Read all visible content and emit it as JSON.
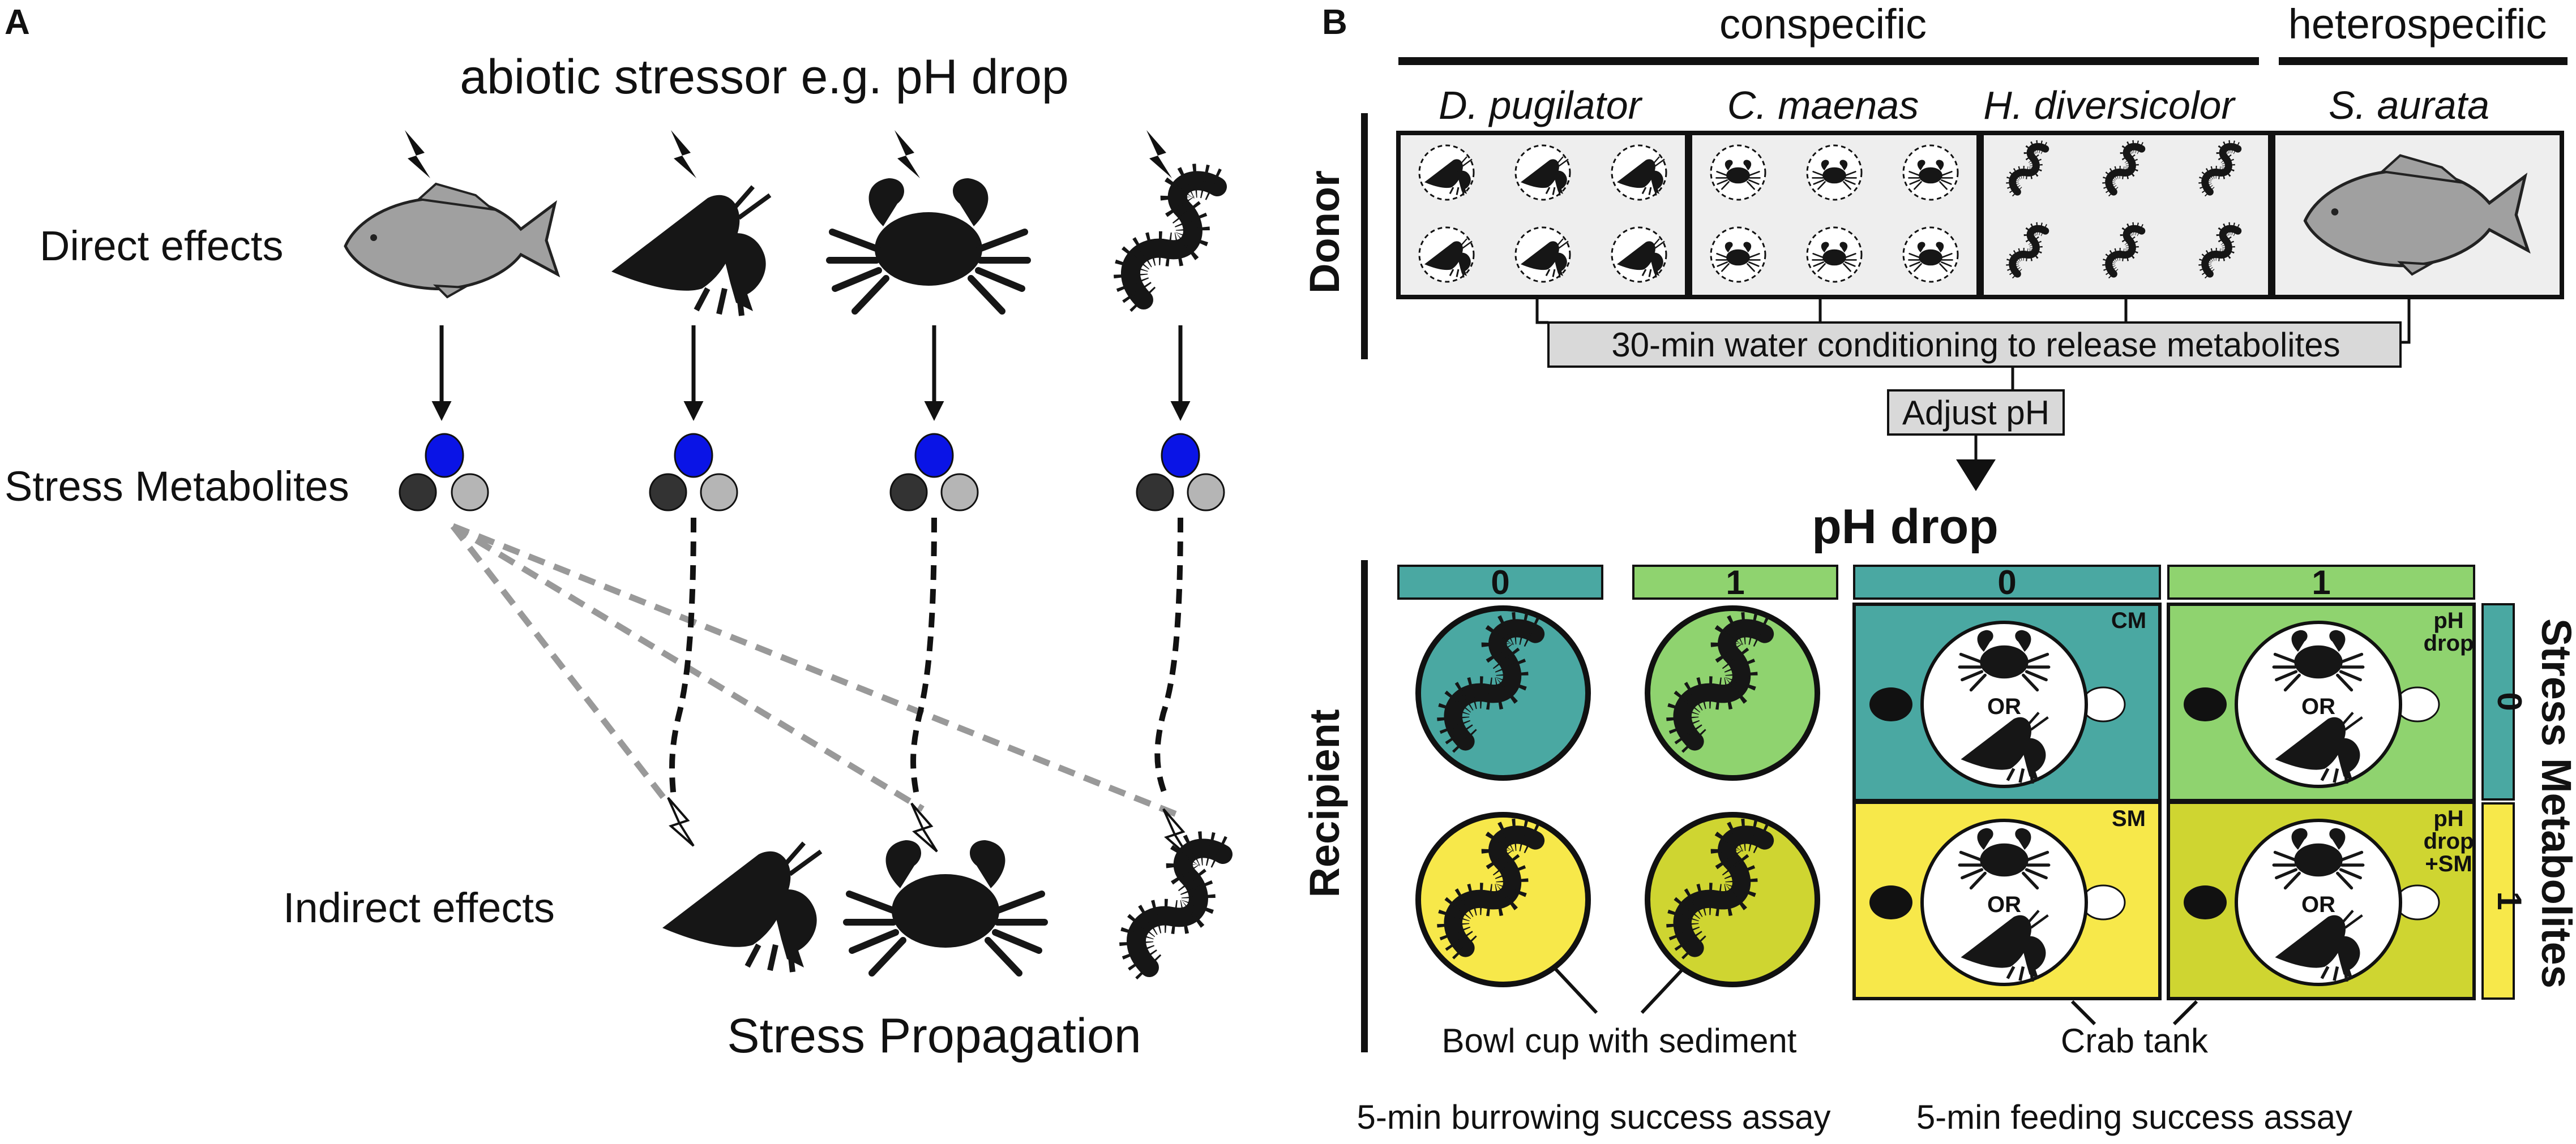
{
  "panel_a": {
    "label": "A",
    "title": "abiotic stressor e.g. pH drop",
    "direct_effects": "Direct effects",
    "stress_metabolites": "Stress Metabolites",
    "indirect_effects": "Indirect effects",
    "stress_propagation": "Stress Propagation"
  },
  "panel_b": {
    "label": "B",
    "conspecific": "conspecific",
    "heterospecific": "heterospecific",
    "species": [
      "D. pugilator",
      "C. maenas",
      "H. diversicolor",
      "S. aurata"
    ],
    "donor": "Donor",
    "conditioning": "30-min water conditioning to release metabolites",
    "adjust_ph": "Adjust pH",
    "ph_drop": "pH drop",
    "recipient": "Recipient",
    "levels": [
      "0",
      "1",
      "0",
      "1"
    ],
    "sm_levels": [
      "0",
      "1"
    ],
    "stress_metabolites_axis": "Stress Metabolites",
    "tank_labels": {
      "cm": "CM",
      "phdrop": "pH\ndrop",
      "sm": "SM",
      "phdrop_sm": "pH\ndrop\n+SM"
    },
    "or": "OR",
    "bowl_label": "Bowl cup with sediment",
    "tank_label": "Crab tank",
    "assay_burrow": "5-min burrowing success assay",
    "assay_feed": "5-min feeding success assay"
  },
  "colors": {
    "teal": "#4aa8a2",
    "light_green": "#8fd36f",
    "yellow": "#f7e84a",
    "olive": "#cfd531",
    "metabolite_blue": "#0a14e6",
    "metabolite_dark": "#333333",
    "metabolite_light": "#b5b5b5",
    "fish_grey": "#a0a0a0",
    "box_grey": "#d9d9d9",
    "donor_bg": "#eeeeee"
  },
  "icons": {
    "fish": "fish-icon",
    "hermit_crab": "hermit-crab-icon",
    "crab": "crab-icon",
    "worm": "worm-icon",
    "lightning": "lightning-icon"
  }
}
